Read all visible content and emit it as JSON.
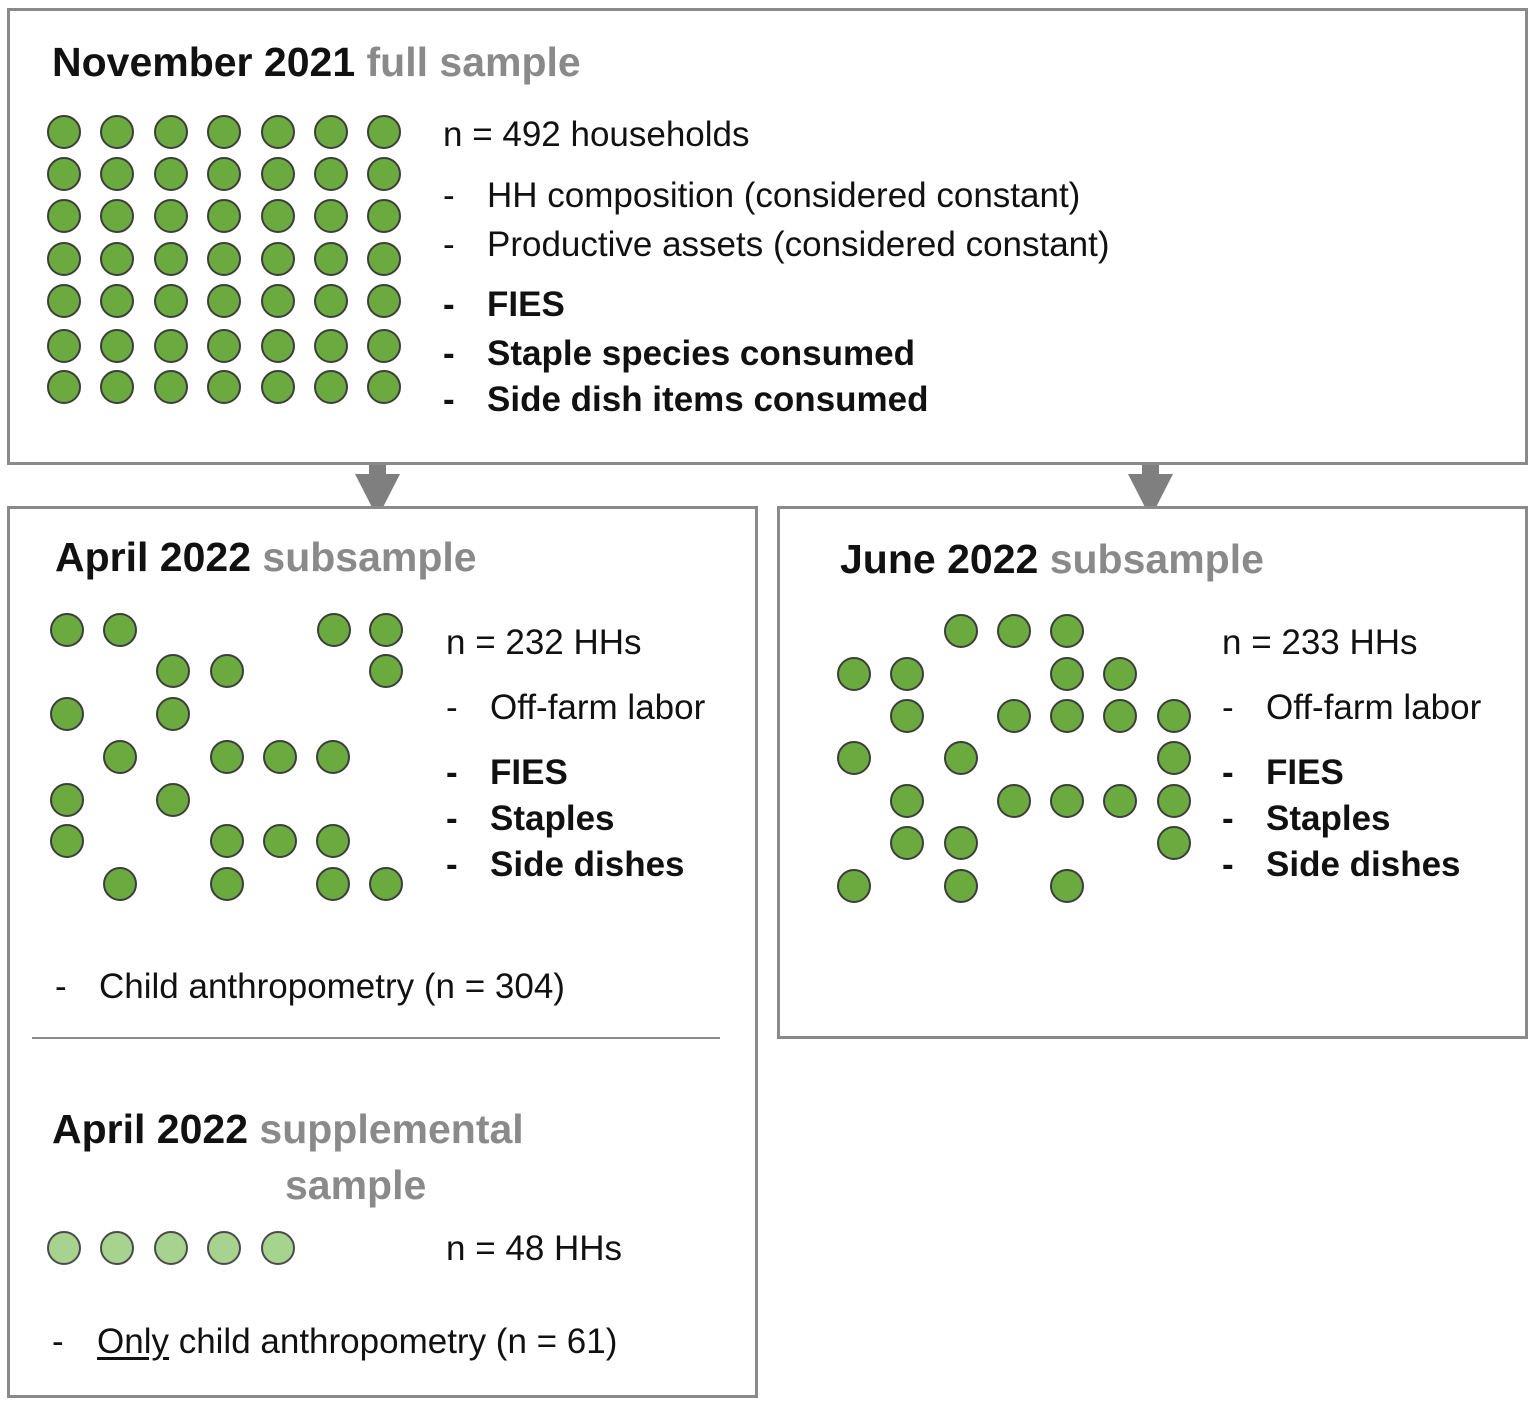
{
  "nov": {
    "title_lead": "November 2021",
    "title_tail": "full sample",
    "n_label": "n = 492 households",
    "dash": "-",
    "items": [
      "HH composition (considered constant)",
      "Productive assets (considered constant)"
    ],
    "bold_items": [
      "FIES",
      "Staple species consumed",
      "Side dish items consumed"
    ]
  },
  "apr": {
    "title_lead": "April 2022",
    "title_tail": "subsample",
    "n_label": "n = 232 HHs",
    "dash": "-",
    "items": [
      "Off-farm labor"
    ],
    "bold_items": [
      "FIES",
      "Staples",
      "Side dishes"
    ],
    "extra_item": "Child anthropometry (n = 304)"
  },
  "jun": {
    "title_lead": "June 2022",
    "title_tail": "subsample",
    "n_label": "n = 233 HHs",
    "dash": "-",
    "items": [
      "Off-farm labor"
    ],
    "bold_items": [
      "FIES",
      "Staples",
      "Side dishes"
    ]
  },
  "sup": {
    "title_lead": "April 2022",
    "title_tail_1": "supplemental",
    "title_tail_2": "sample",
    "n_label": "n = 48 HHs",
    "dash": "-",
    "item_underlined": "Only",
    "item_rest": " child anthropometry (n = 61)"
  },
  "colors": {
    "dot_green": "#6aaa3e",
    "dot_light_green": "#a6d38e",
    "border_gray": "#8a8a8a",
    "arrow_gray": "#7f7f7f"
  }
}
